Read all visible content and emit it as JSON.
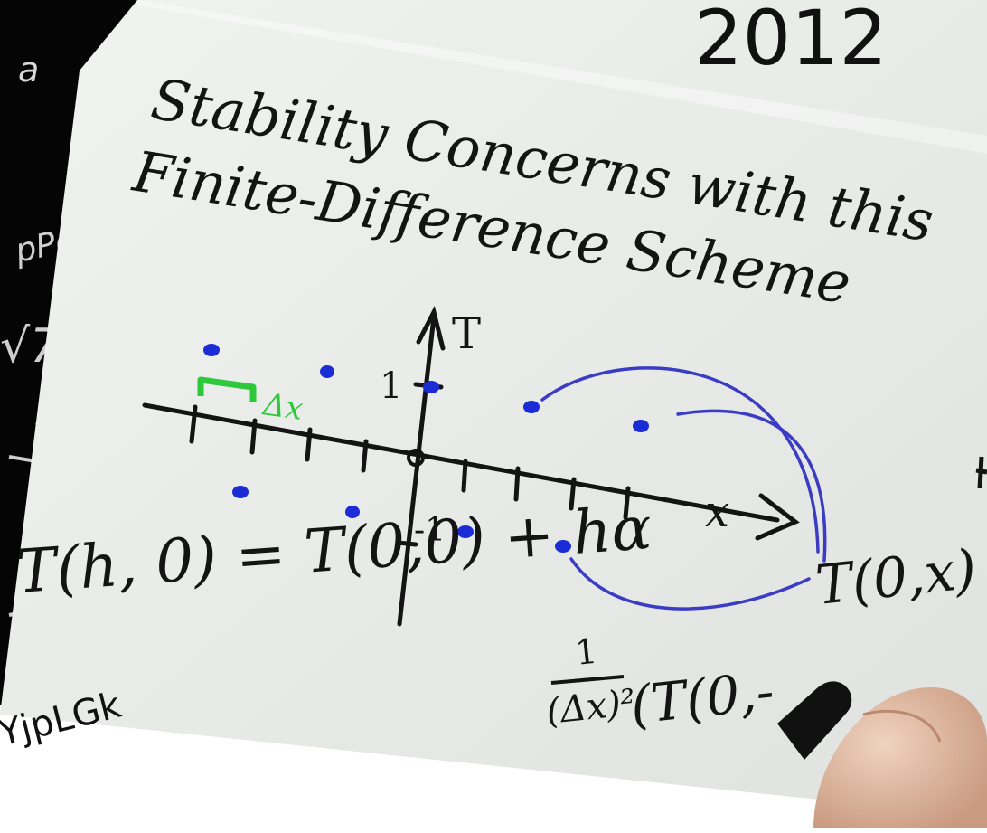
{
  "year": "2012",
  "video_code": "YjpLGk",
  "whiteboard": {
    "title_line1": "Stability Concerns with this",
    "title_line2": "Finite-Difference Scheme",
    "axis_t_label": "T",
    "axis_x_label": "x",
    "tick_plus_one": "1",
    "tick_minus_one": "-1",
    "spacing_label": "Δx",
    "equation_left": "T(h, 0) = T(0,0) + hα",
    "fraction_numerator": "1",
    "fraction_denominator": "(Δx)²",
    "equation_tail": "(T(0,-",
    "label_t0x": "T(0,x)"
  },
  "colors": {
    "ink": "#141414",
    "dots": "#1b2bd6",
    "curves": "#3a3cc4",
    "delta_x_marker": "#2ec93a",
    "board": "#e9ebe9",
    "chalkboard": "#050505",
    "hand": "#d9b49a"
  }
}
